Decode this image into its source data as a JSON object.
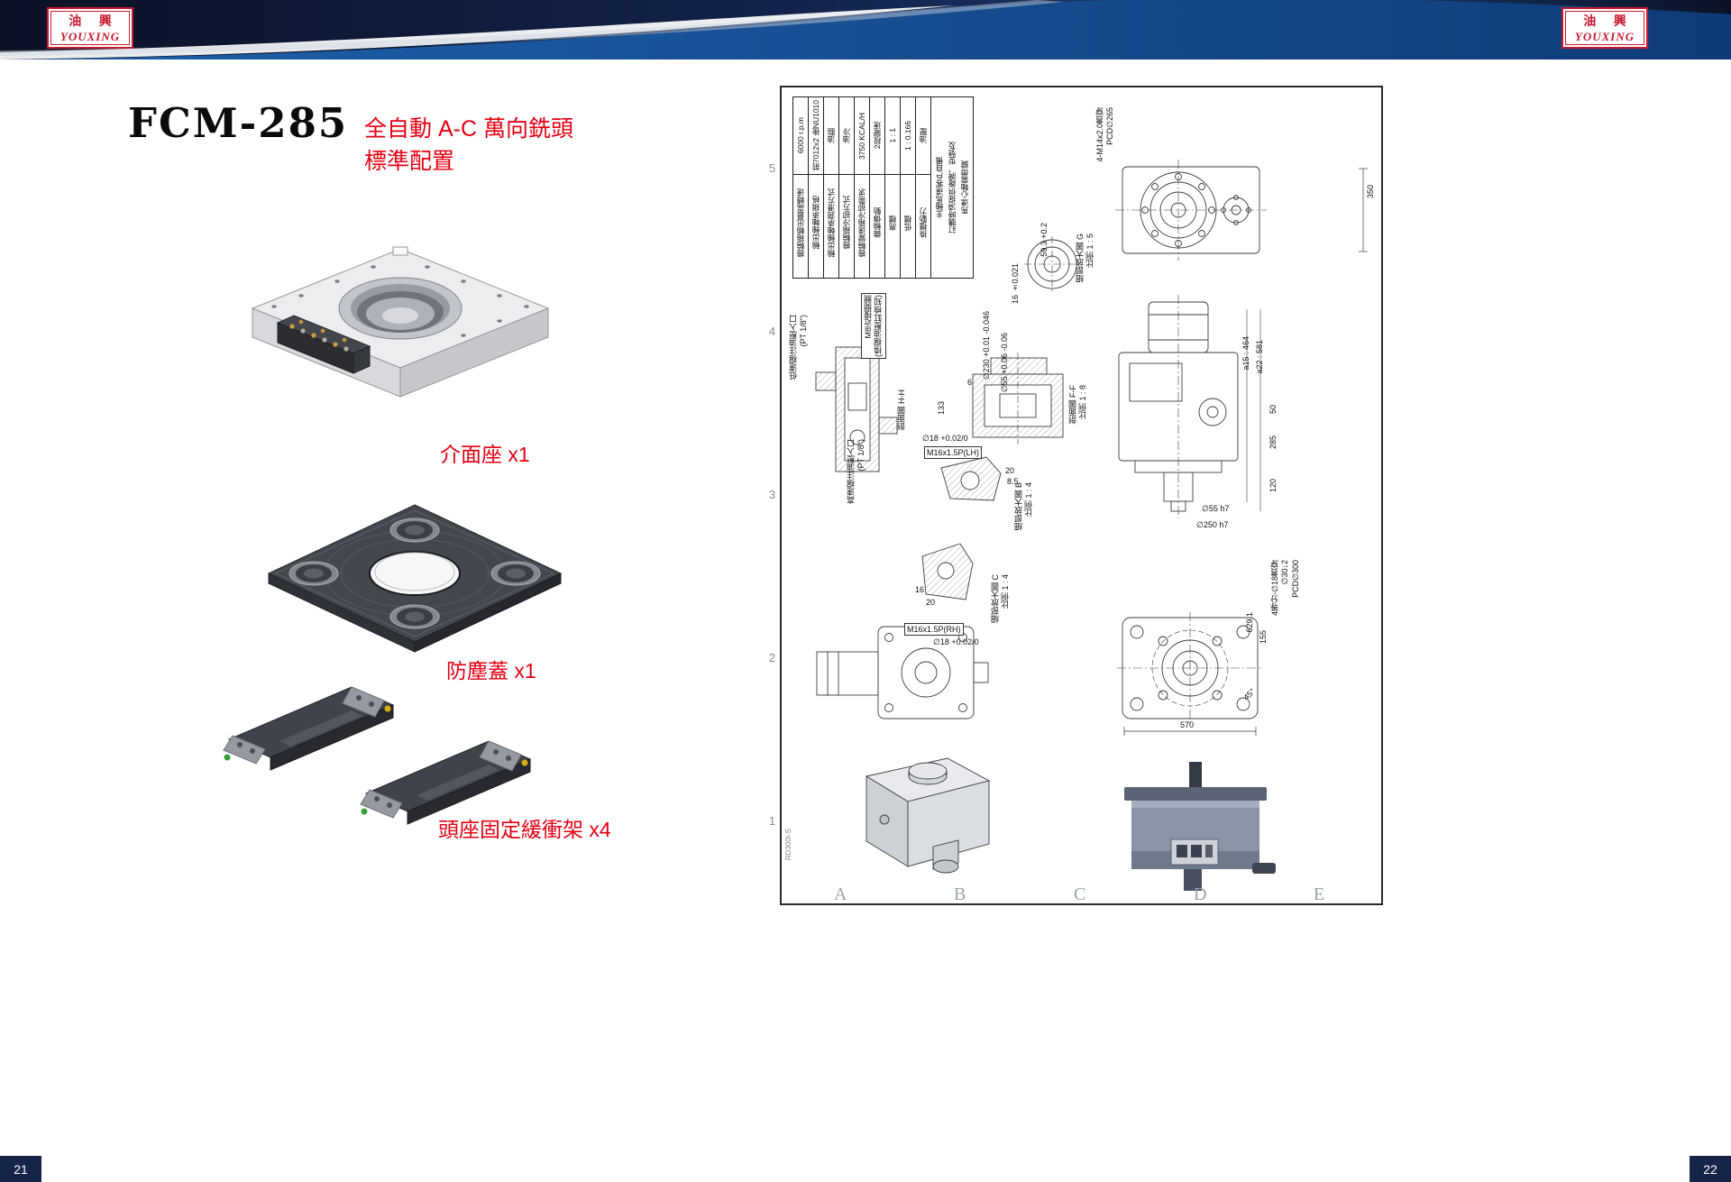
{
  "colors": {
    "accent_red": "#e60012",
    "navy": "#0d1730",
    "blue": "#1a5fa8",
    "logo_red": "#c9192e"
  },
  "header": {
    "logo_cn": "油 興",
    "logo_en": "YOUXING"
  },
  "pages": {
    "left_number": "21",
    "right_number": "22"
  },
  "left_page": {
    "model": "FCM-285",
    "subtitle1": "全自動 A-C 萬向銑頭",
    "subtitle2": "標準配置",
    "captions": {
      "c1": "介面座 x1",
      "c2": "防塵蓋 x1",
      "c3": "頭座固定緩衝架 x4"
    }
  },
  "sheet": {
    "grid": {
      "r0": "5",
      "r1": "4",
      "r2": "3",
      "r3": "2",
      "r4": "1",
      "c0": "A",
      "c1": "B",
      "c2": "C",
      "c3": "D",
      "c4": "E"
    },
    "spec": [
      {
        "label": "齒輪箱輸出最高轉速",
        "value": "6000 r.p.m"
      },
      {
        "label": "輸出軸軸承規格",
        "value": "前7012x2 後NU1010"
      },
      {
        "label": "輸出軸軸承潤滑方式",
        "value": "油脂"
      },
      {
        "label": "齒輪箱冷卻方式",
        "value": "油冷"
      },
      {
        "label": "齒輪變速箱冷卻需求",
        "value": "3750 KCAL/H"
      },
      {
        "label": "齒輪傳動",
        "value": "2段變速"
      },
      {
        "label": "高檔",
        "value": "1 : 1"
      },
      {
        "label": "低檔",
        "value": "1 : 0.166"
      },
      {
        "label": "換檔動力",
        "value": "油壓"
      }
    ],
    "spec_note": {
      "l1": "主軸馬達客戶自備",
      "l2": "訂購時須提供廠牌、型號及",
      "l3": "馬達心軸需帶鍵"
    },
    "ann": {
      "bolt_note1": "4-M14x2.0貫穿",
      "bolt_note2": "PCD∅265",
      "dim_350": "350",
      "detail_g1": "細部放大圖 G",
      "detail_g2": "比例 1 : 5",
      "dim_59": "59.3 +0.2",
      "dim_16t": "16 ±0.021",
      "low_oil1": "低速檔注油壓入口",
      "low_oil2": "(PT 1/8\")",
      "high_oil1": "高速檔注油壓入口",
      "high_oil2": "(PT 1/8\")",
      "m8_1": "M8近接開關",
      "m8_2": "(換檔油壓缸檢知)",
      "sec_hh": "剖面圖 H-H",
      "dim_133": "133",
      "sec_ff1": "剖面圖 F-F",
      "sec_ff2": "比例 1 : 8",
      "dim_230": "∅230 +0.01 -0.046",
      "dim_55": "∅55 +0.06 -0.06",
      "dim_6": "6",
      "m16_lh": "M16x1.5P(LH)",
      "dim_18a": "∅18 +0.02/0",
      "dim_20a": "20",
      "dim_85": "8.5",
      "detail_b1": "細部放大圖 B",
      "detail_b2": "比例 1 : 4",
      "detail_c1": "細部放大圖 C",
      "detail_c2": "比例 1 : 4",
      "m16_rh": "M16x1.5P(RH)",
      "dim_18b": "∅18 +0.02/0",
      "dim_16b": "16",
      "dim_20b": "20",
      "dim_a15": "a15 : 464",
      "dim_a22": "a22 : 581",
      "dim_50": "50",
      "dim_285": "285",
      "dim_120": "120",
      "dim_55h7": "∅55 h7",
      "dim_250h7": "∅250 h7",
      "dim_6291": "629.1",
      "dim_155": "155",
      "bolt4_1": "4等分-∅18貫穿",
      "bolt4_2": "∅30↓2",
      "bolt4_3": "PCD∅300",
      "dim_45": "45°",
      "dim_570": "570",
      "doc_code": "RD300I-S"
    }
  }
}
